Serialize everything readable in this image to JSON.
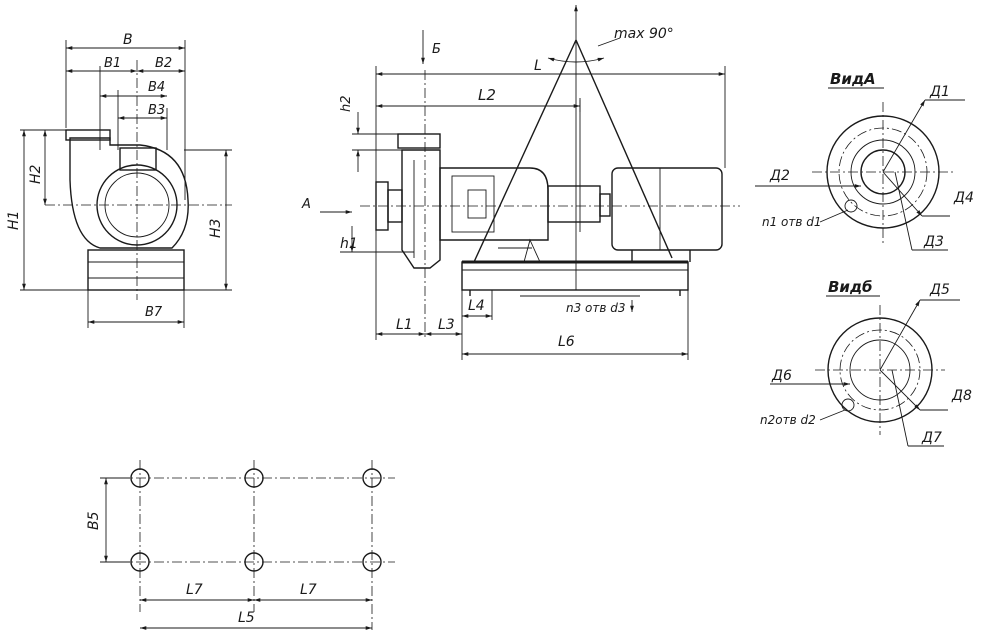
{
  "front_view": {
    "B": "B",
    "B1": "B1",
    "B2": "B2",
    "B3": "B3",
    "B4": "B4",
    "B7": "B7",
    "H1": "H1",
    "H2": "H2",
    "H3": "H3"
  },
  "side_view": {
    "angle": "max 90°",
    "L": "L",
    "B_arrow": "Б",
    "A_arrow": "А",
    "L1": "L1",
    "L2": "L2",
    "L3": "L3",
    "L4": "L4",
    "L6": "L6",
    "h1": "h1",
    "h2": "h2",
    "holes": "n3 отв d3"
  },
  "view_a": {
    "title": "ВидА",
    "D1": "Д1",
    "D2": "Д2",
    "D3": "Д3",
    "D4": "Д4",
    "holes": "n1 отв d1"
  },
  "view_b": {
    "title": "Видб",
    "D5": "Д5",
    "D6": "Д6",
    "D7": "Д7",
    "D8": "Д8",
    "holes": "n2отв d2"
  },
  "plan": {
    "B5": "B5",
    "L7a": "L7",
    "L7b": "L7",
    "L5": "L5"
  }
}
